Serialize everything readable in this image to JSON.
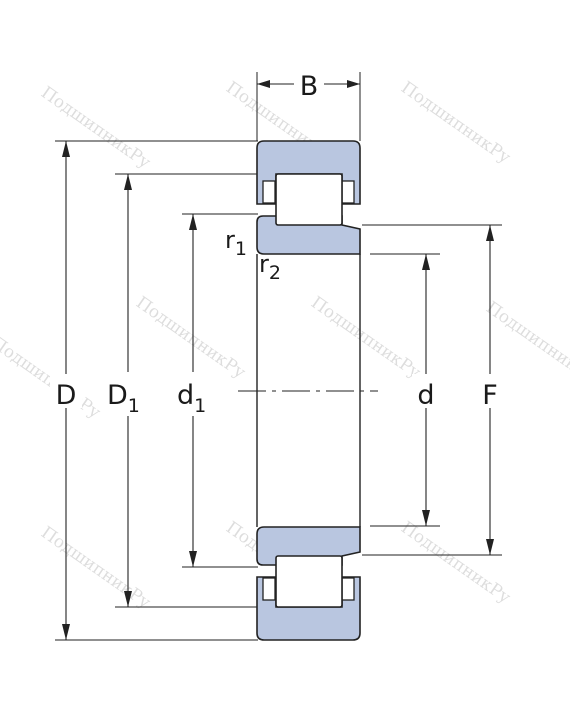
{
  "labels": {
    "width": "B",
    "outer_diameter": "D",
    "outer_ring_shoulder_main": "D",
    "outer_ring_shoulder_sub": "1",
    "inner_ring_shoulder_main": "d",
    "inner_ring_shoulder_sub": "1",
    "bore": "d",
    "raceway": "F",
    "chamfer_1_main": "r",
    "chamfer_1_sub": "1",
    "chamfer_2_main": "r",
    "chamfer_2_sub": "2"
  },
  "watermark": "ПодшипникРу",
  "colors": {
    "ring_fill": "#b9c6e0",
    "line": "#222222",
    "background": "#ffffff"
  }
}
